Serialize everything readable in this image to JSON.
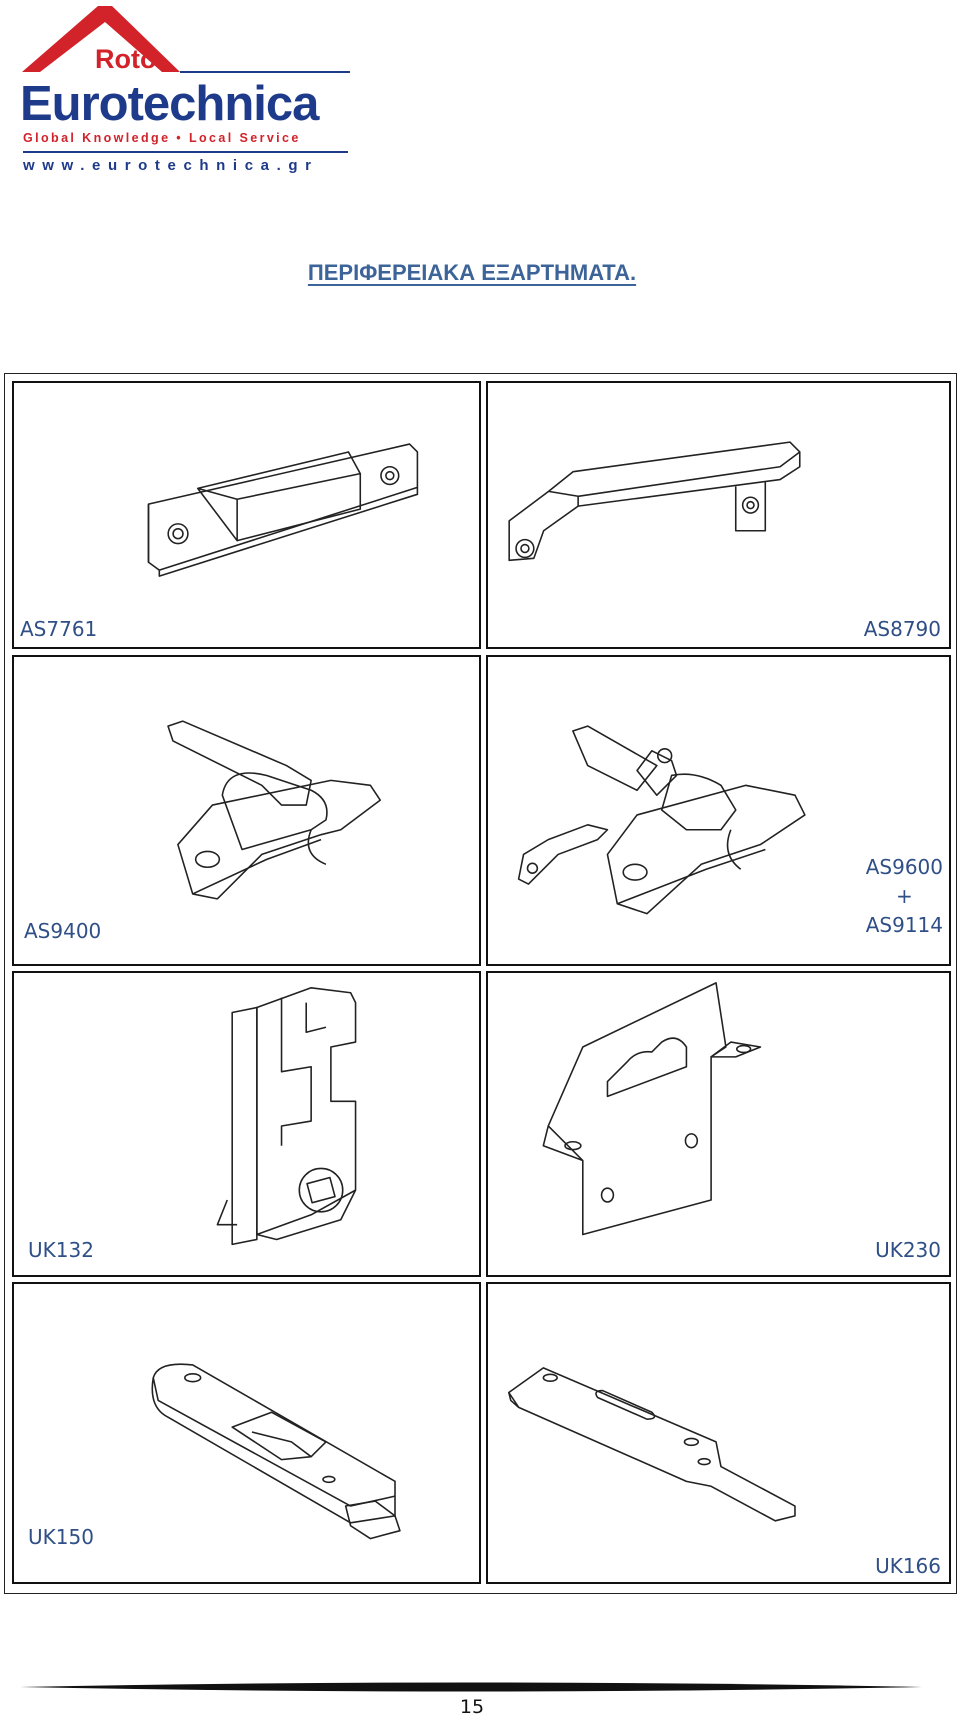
{
  "logo": {
    "brand_top": "Roto",
    "brand_name": "Eurotechnica",
    "tagline": "Global Knowledge • Local Service",
    "url": "www.eurotechnica.gr",
    "colors": {
      "red": "#d2232a",
      "blue": "#1e3a8a"
    }
  },
  "title": "ΠΕΡΙΦΕΡΕΙΑΚΑ ΕΞΑΡΤΗΜΑΤΑ.",
  "products": [
    {
      "code": "AS7761",
      "drawing": "sash-lift-handle-icon"
    },
    {
      "code": "AS8790",
      "drawing": "bar-pull-handle-icon"
    },
    {
      "code": "AS9400",
      "drawing": "sash-lock-icon"
    },
    {
      "code_lines": [
        "AS9600",
        "+",
        "AS9114"
      ],
      "drawing": "sash-lock-with-key-icon"
    },
    {
      "code": "UK132",
      "drawing": "window-latch-icon"
    },
    {
      "code": "UK230",
      "drawing": "bracket-plate-icon"
    },
    {
      "code": "UK150",
      "drawing": "tilt-stay-icon"
    },
    {
      "code": "UK166",
      "drawing": "slotted-stay-icon"
    }
  ],
  "page_number": "15"
}
